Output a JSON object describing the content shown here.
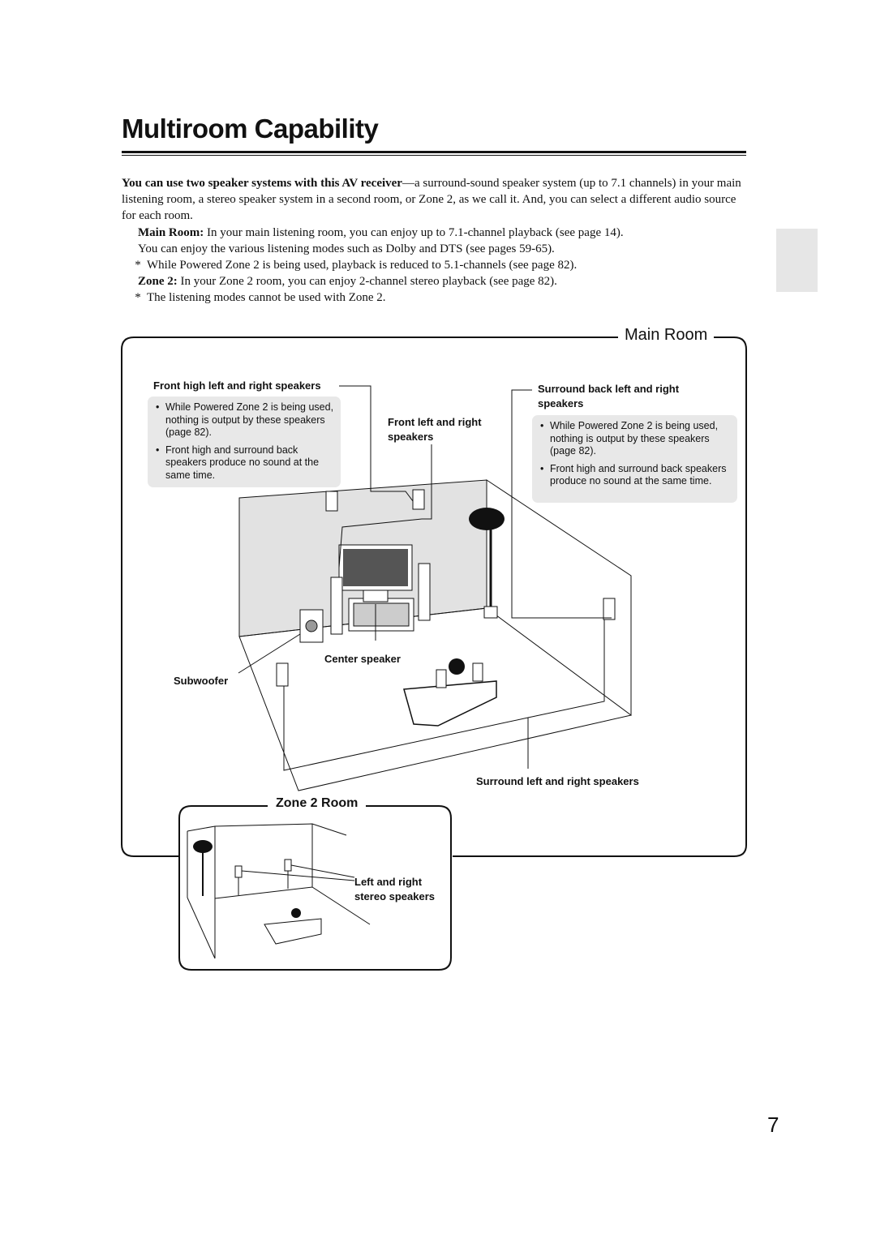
{
  "title": "Multiroom Capability",
  "intro": {
    "bold": "You can use two speaker systems with this AV receiver",
    "rest": "—a surround-sound speaker system (up to 7.1 channels) in your main listening room, a stereo speaker system in a second room, or Zone 2, as we call it. And, you can select a different audio source for each room."
  },
  "main_room_para": {
    "bold": "Main Room:",
    "text1": " In your main listening room, you can enjoy up to 7.1-channel playback (see page 14).",
    "text2": "You can enjoy the various listening modes such as Dolby and DTS (see pages 59-65).",
    "note_mark": "*",
    "note": "While Powered Zone 2 is being used, playback is reduced to 5.1-channels (see page 82)."
  },
  "zone2_para": {
    "bold": "Zone 2:",
    "text": " In your Zone 2 room, you can enjoy 2-channel stereo playback (see page 82).",
    "note_mark": "*",
    "note": "The listening modes cannot be used with Zone 2."
  },
  "diagram": {
    "main_room_title": "Main Room",
    "zone2_title": "Zone 2 Room",
    "labels": {
      "front_high": "Front high left and right speakers",
      "front_lr": "Front left and right speakers",
      "surround_back": "Surround back left and right speakers",
      "center": "Center speaker",
      "subwoofer": "Subwoofer",
      "surround_lr": "Surround left and right speakers",
      "stereo": "Left and right stereo speakers"
    },
    "notes_left": [
      "While Powered Zone 2 is being used, nothing is output by these speakers (page 82).",
      "Front high and surround back speakers produce no sound at the same time."
    ],
    "notes_right": [
      "While Powered Zone 2 is being used, nothing is output by these speakers (page 82).",
      "Front high and surround back speakers produce no sound at the same time."
    ]
  },
  "page_number": "7"
}
